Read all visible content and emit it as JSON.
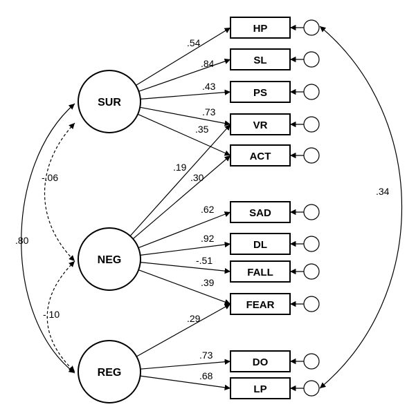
{
  "latents": [
    {
      "id": "SUR",
      "label": "SUR"
    },
    {
      "id": "NEG",
      "label": "NEG"
    },
    {
      "id": "REG",
      "label": "REG"
    }
  ],
  "indicators": [
    {
      "id": "HP",
      "label": "HP"
    },
    {
      "id": "SL",
      "label": "SL"
    },
    {
      "id": "PS",
      "label": "PS"
    },
    {
      "id": "VR",
      "label": "VR"
    },
    {
      "id": "ACT",
      "label": "ACT"
    },
    {
      "id": "SAD",
      "label": "SAD"
    },
    {
      "id": "DL",
      "label": "DL"
    },
    {
      "id": "FALL",
      "label": "FALL"
    },
    {
      "id": "FEAR",
      "label": "FEAR"
    },
    {
      "id": "DO",
      "label": "DO"
    },
    {
      "id": "LP",
      "label": "LP"
    }
  ],
  "loadings": [
    {
      "from": "SUR",
      "to": "HP",
      "value": ".54"
    },
    {
      "from": "SUR",
      "to": "SL",
      "value": ".84"
    },
    {
      "from": "SUR",
      "to": "PS",
      "value": ".43"
    },
    {
      "from": "SUR",
      "to": "VR",
      "value": ".73"
    },
    {
      "from": "SUR",
      "to": "ACT",
      "value": ".35"
    },
    {
      "from": "NEG",
      "to": "VR",
      "value": ".19"
    },
    {
      "from": "NEG",
      "to": "ACT",
      "value": ".30"
    },
    {
      "from": "NEG",
      "to": "SAD",
      "value": ".62"
    },
    {
      "from": "NEG",
      "to": "DL",
      "value": ".92"
    },
    {
      "from": "NEG",
      "to": "FALL",
      "value": "-.51"
    },
    {
      "from": "NEG",
      "to": "FEAR",
      "value": ".39"
    },
    {
      "from": "REG",
      "to": "FEAR",
      "value": ".29"
    },
    {
      "from": "REG",
      "to": "DO",
      "value": ".73"
    },
    {
      "from": "REG",
      "to": "LP",
      "value": ".68"
    }
  ],
  "correlations": [
    {
      "between": [
        "SUR",
        "NEG"
      ],
      "value": "-.06",
      "style": "dashed"
    },
    {
      "between": [
        "NEG",
        "REG"
      ],
      "value": "-.10",
      "style": "dashed"
    },
    {
      "between": [
        "SUR",
        "REG"
      ],
      "value": ".80",
      "style": "solid"
    },
    {
      "between": [
        "HP",
        "LP"
      ],
      "value": ".34",
      "style": "solid",
      "on": "errors"
    }
  ]
}
